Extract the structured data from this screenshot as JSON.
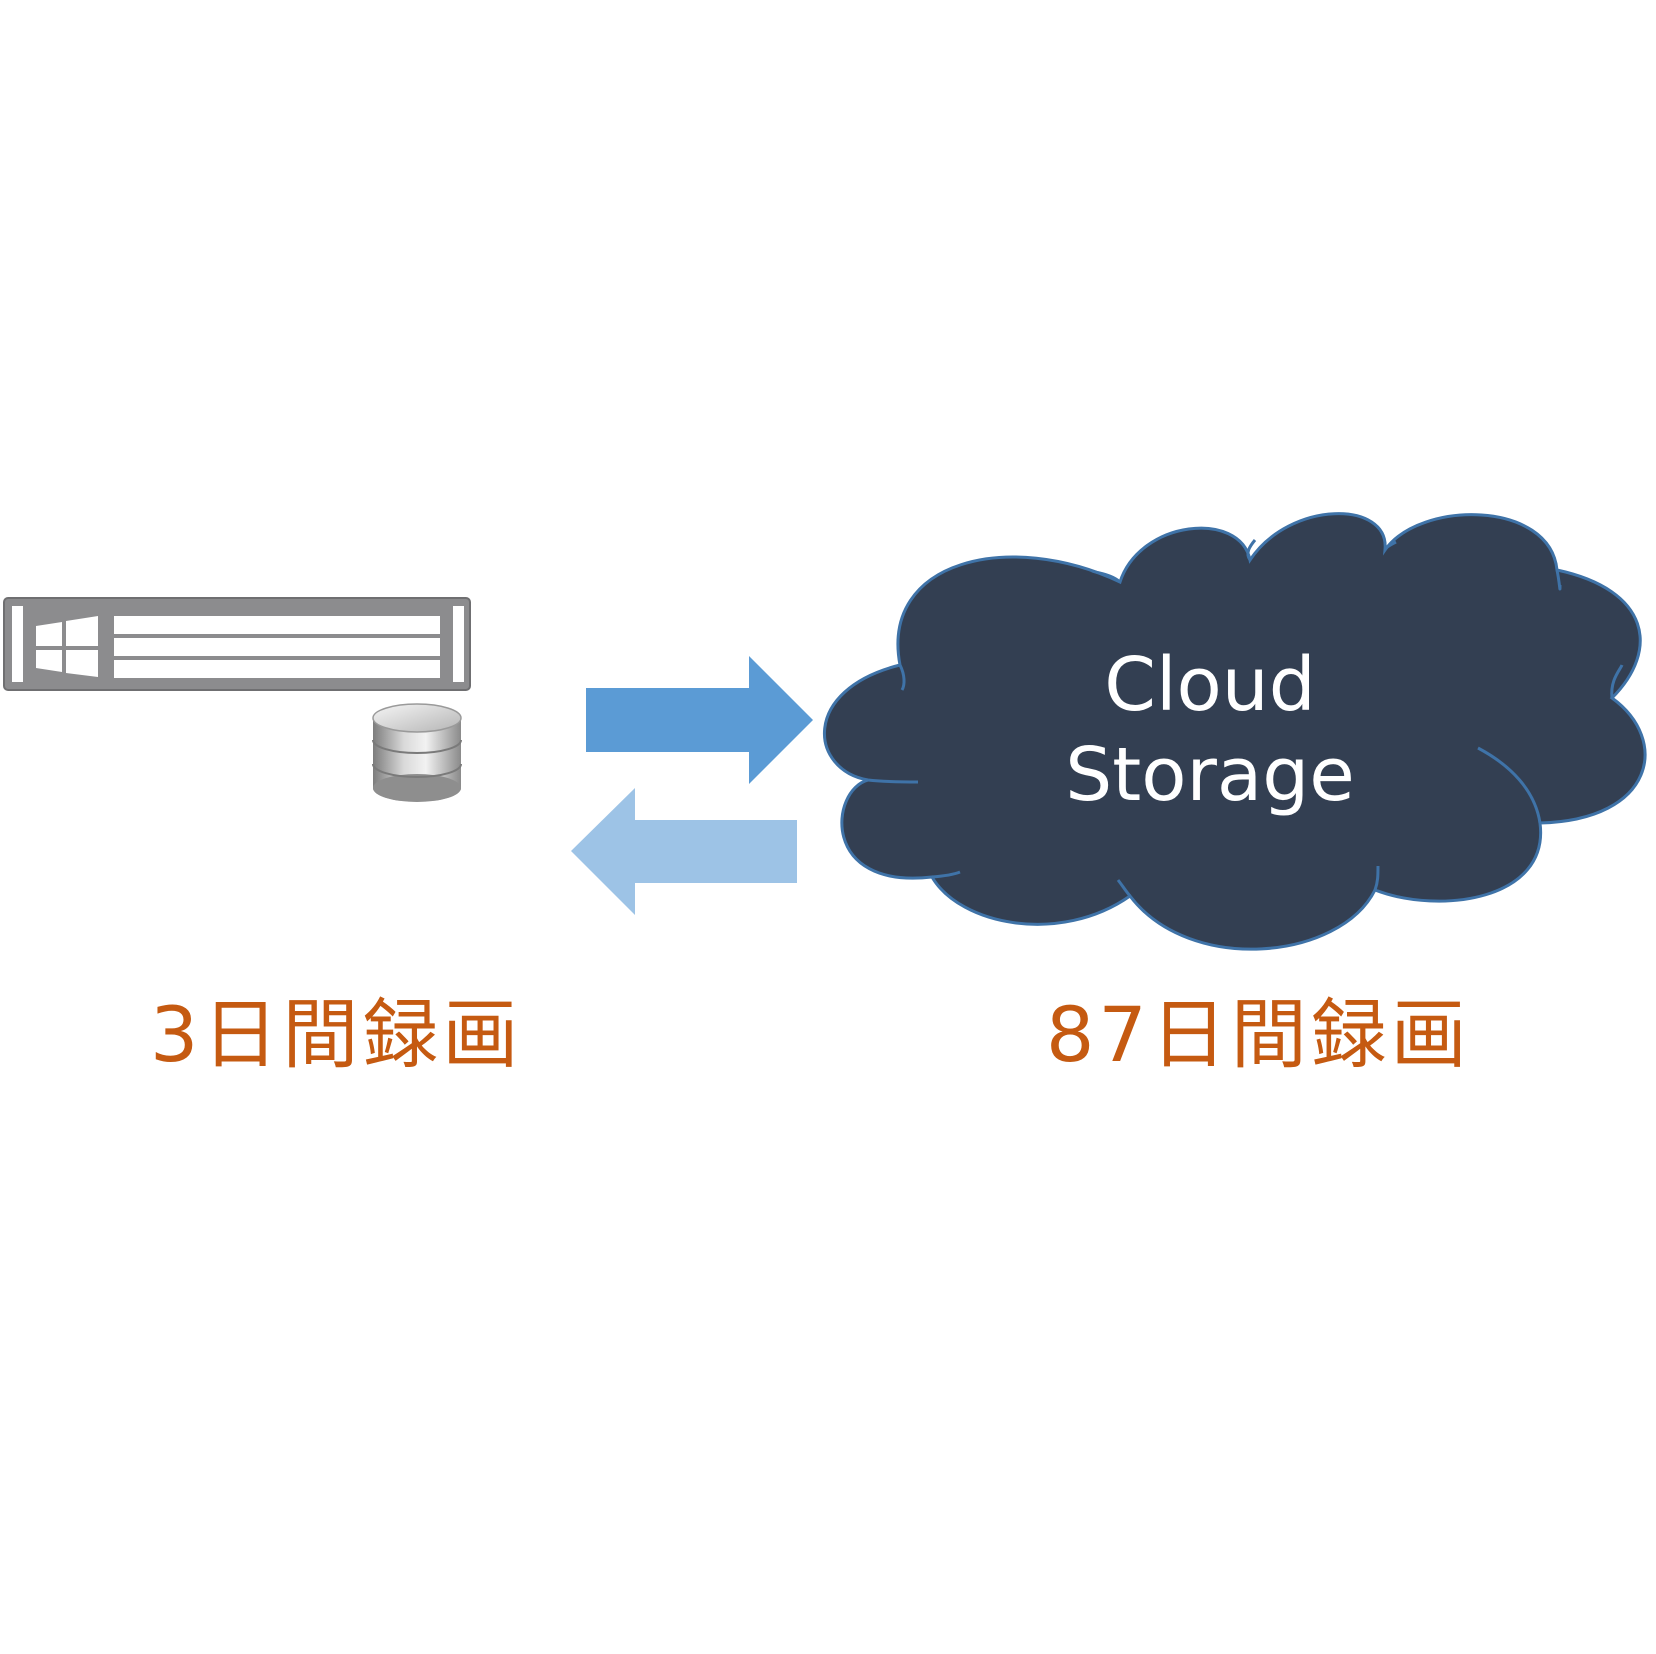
{
  "cloud": {
    "line1": "Cloud",
    "line2": "Storage",
    "fill_color": "#333f52",
    "outline_color": "#3f73a8"
  },
  "local_server": {
    "icon": "server-rack-icon",
    "os_icon": "windows-logo-icon",
    "storage_icon": "database-icon"
  },
  "arrows": {
    "upload": {
      "icon": "arrow-right-icon",
      "color": "#5b9bd5"
    },
    "download": {
      "icon": "arrow-left-icon",
      "color": "#9dc3e6"
    }
  },
  "captions": {
    "local": "3日間録画",
    "cloud": "87日間録画",
    "color": "#c55a11"
  }
}
